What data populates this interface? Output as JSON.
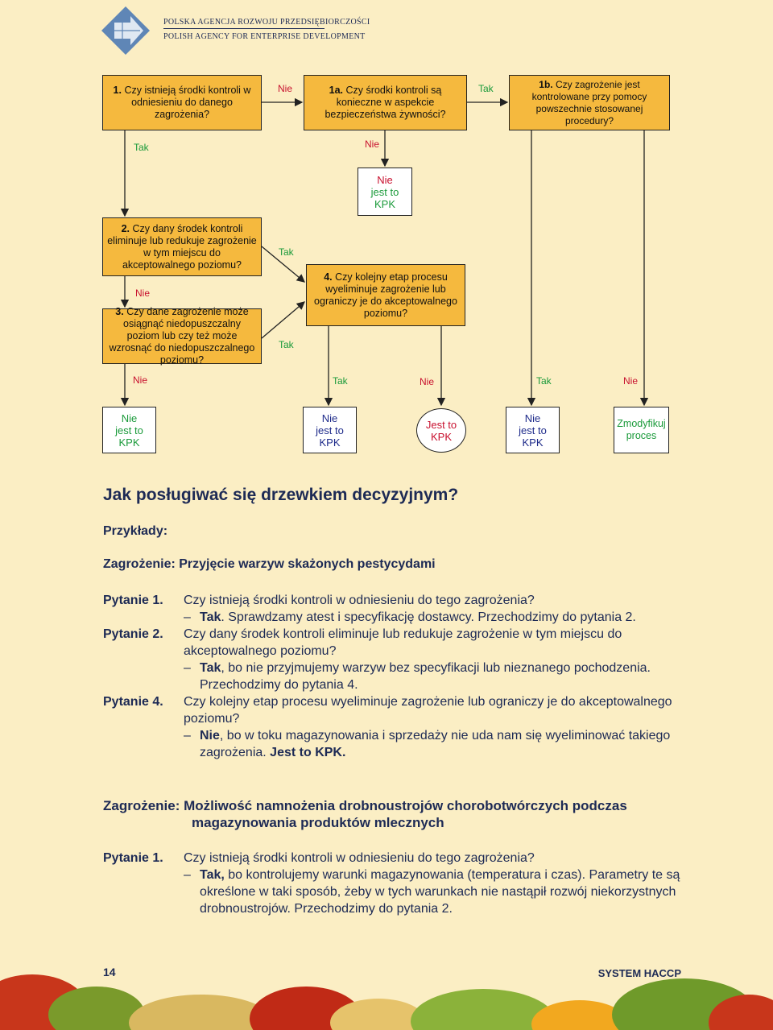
{
  "header": {
    "org_pl": "POLSKA AGENCJA ROZWOJU PRZEDSIĘBIORCZOŚCI",
    "org_en": "POLISH AGENCY FOR ENTERPRISE DEVELOPMENT"
  },
  "flow": {
    "q1": "Czy istnieją środki kontroli w odniesieniu do danego zagrożenia?",
    "q1_num": "1.",
    "q1a": "Czy środki kontroli są konieczne w aspekcie bezpieczeństwa żywności?",
    "q1a_num": "1a.",
    "q1b": "Czy zagrożenie jest kontrolowane przy pomocy powszechnie stosowanej procedury?",
    "q1b_num": "1b.",
    "q2": "Czy dany środek kontroli eliminuje lub redukuje zagrożenie w tym miejscu do akceptowalnego poziomu?",
    "q2_num": "2.",
    "q3": "Czy dane zagrożenie może osiągnąć niedopuszczalny poziom lub czy też może wzrosnąć do niedopuszczalnego poziomu?",
    "q3_num": "3.",
    "q4": "Czy kolejny etap procesu wyeliminuje zagrożenie lub ograniczy je do akceptowalnego poziomu?",
    "q4_num": "4.",
    "tak": "Tak",
    "nie": "Nie",
    "not_kpk_nie": "Nie",
    "not_kpk_rest1": "jest to",
    "not_kpk_rest2": "KPK",
    "kpk1": "Jest to",
    "kpk2": "KPK",
    "modify1": "Zmodyfikuj",
    "modify2": "proces"
  },
  "text": {
    "title": "Jak posługiwać się drzewkiem decyzyjnym?",
    "examples": "Przykłady:",
    "hazard1": "Zagrożenie: Przyjęcie warzyw skażonych pestycydami",
    "p1_q": "Pytanie 1.",
    "p1_text": "Czy istnieją środki kontroli w odniesieniu do tego zagrożenia?",
    "p1_dash": "–",
    "p1_ans_k": "Tak",
    "p1_ans": ". Sprawdzamy atest i specyfikację dostawcy. Przechodzimy do pytania 2.",
    "p2_q": "Pytanie 2.",
    "p2_text": "Czy dany środek kontroli eliminuje lub redukuje zagrożenie w tym miejscu do akceptowalnego poziomu?",
    "p2_ans_k": "Tak",
    "p2_ans": ", bo nie przyjmujemy warzyw bez specyfikacji lub nieznanego pochodzenia. Przechodzimy do pytania 4.",
    "p4_q": "Pytanie 4.",
    "p4_text": "Czy kolejny etap procesu wyeliminuje zagrożenie lub ograniczy je do akceptowalnego poziomu?",
    "p4_ans_k": "Nie",
    "p4_ans": ", bo w toku magazynowania i sprzedaży nie uda nam się wyeliminować takiego zagrożenia.",
    "p4_ans_end": "Jest to KPK.",
    "hazard2_a": "Zagrożenie: Możliwość namnożenia drobnoustrojów chorobotwórczych podczas",
    "hazard2_b": "magazynowania produktów mlecznych",
    "p5_q": "Pytanie 1.",
    "p5_text": "Czy istnieją środki kontroli w odniesieniu do tego zagrożenia?",
    "p5_ans_k": "Tak,",
    "p5_ans": " bo kontrolujemy warunki magazynowania (temperatura i czas). Parametry te są określone w taki sposób, żeby w tych warunkach nie nastąpił rozwój niekorzystnych drobnoustrojów. Przechodzimy do pytania 2."
  },
  "footer": {
    "page": "14",
    "title": "SYSTEM HACCP"
  }
}
